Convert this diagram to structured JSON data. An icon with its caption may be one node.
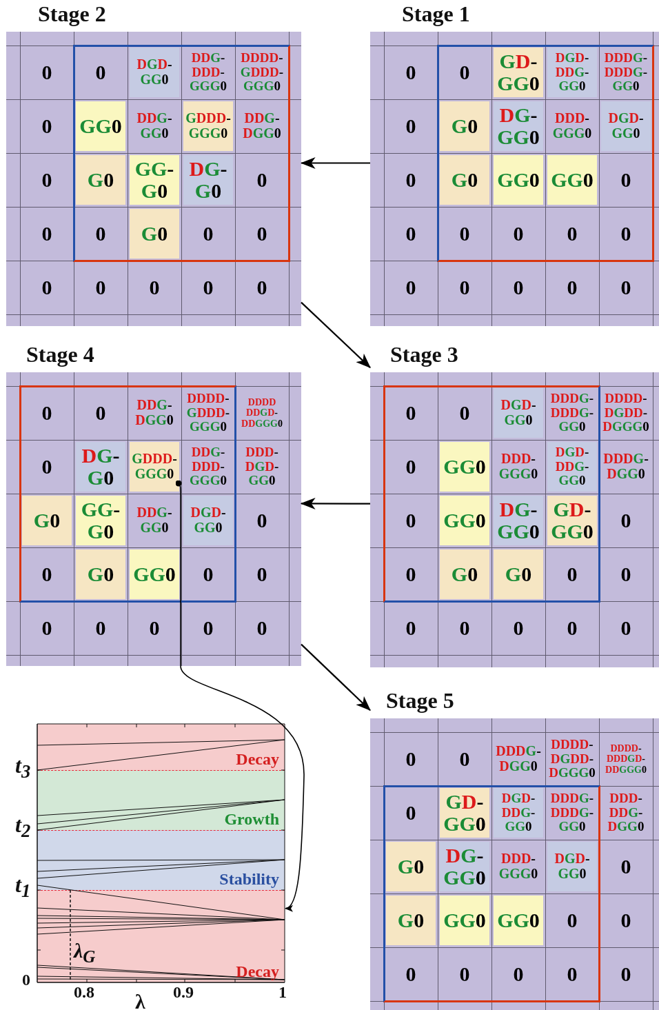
{
  "diagram": {
    "nodes": [
      {
        "text": [
          "Stage 2"
        ]
      },
      {
        "text": [
          "0"
        ],
        "in": 0
      },
      {
        "text": [
          "0"
        ],
        "in": 0
      },
      {
        "text": [
          "DGD-GG0"
        ],
        "in": 0
      },
      {
        "text": [
          "DDG-DDD-GGG0"
        ],
        "in": 0
      },
      {
        "text": [
          "DDDD-GDDD-GGG0"
        ],
        "in": 0
      },
      {
        "text": [
          "0"
        ],
        "in": 0
      },
      {
        "text": [
          "GG0"
        ],
        "in": 0
      },
      {
        "text": [
          "DDG-GG0"
        ],
        "in": 0
      },
      {
        "text": [
          "GDDD-GGG0"
        ],
        "in": 0
      },
      {
        "text": [
          "DDG-DGG0"
        ],
        "in": 0
      },
      {
        "text": [
          "0"
        ],
        "in": 0
      },
      {
        "text": [
          "G0"
        ],
        "in": 0
      },
      {
        "text": [
          "GG-G0"
        ],
        "in": 0
      },
      {
        "text": [
          "DG-G0"
        ],
        "in": 0
      },
      {
        "text": [
          "0"
        ],
        "in": 0
      },
      {
        "text": [
          "0"
        ],
        "in": 0
      },
      {
        "text": [
          "0"
        ],
        "in": 0
      },
      {
        "text": [
          "G0"
        ],
        "in": 0
      },
      {
        "text": [
          "0"
        ],
        "in": 0
      },
      {
        "text": [
          "0"
        ],
        "in": 0
      },
      {
        "text": [
          "0"
        ],
        "in": 0
      },
      {
        "text": [
          "0"
        ],
        "in": 0
      },
      {
        "text": [
          "0"
        ],
        "in": 0
      },
      {
        "text": [
          "0"
        ],
        "in": 0
      },
      {
        "text": [
          "0"
        ],
        "in": 0
      },
      {
        "text": [
          "Stage 1"
        ]
      },
      {
        "text": [
          "0"
        ],
        "in": 26
      },
      {
        "text": [
          "0"
        ],
        "in": 26
      },
      {
        "text": [
          "GD-GG0"
        ],
        "in": 26
      },
      {
        "text": [
          "DGD-DDG-GG0"
        ],
        "in": 26
      },
      {
        "text": [
          "DDDG-DDDG-GG0"
        ],
        "in": 26
      },
      {
        "text": [
          "0"
        ],
        "in": 26
      },
      {
        "text": [
          "G0"
        ],
        "in": 26
      },
      {
        "text": [
          "DG-GG0"
        ],
        "in": 26
      },
      {
        "text": [
          "DDD-GGG0"
        ],
        "in": 26
      },
      {
        "text": [
          "DGD-GG0"
        ],
        "in": 26
      },
      {
        "text": [
          "0"
        ],
        "in": 26
      },
      {
        "text": [
          "G0"
        ],
        "in": 26
      },
      {
        "text": [
          "GG0"
        ],
        "in": 26
      },
      {
        "text": [
          "GG0"
        ],
        "in": 26
      },
      {
        "text": [
          "0"
        ],
        "in": 26
      },
      {
        "text": [
          "0"
        ],
        "in": 26
      },
      {
        "text": [
          "0"
        ],
        "in": 26
      },
      {
        "text": [
          "0"
        ],
        "in": 26
      },
      {
        "text": [
          "0"
        ],
        "in": 26
      },
      {
        "text": [
          "0"
        ],
        "in": 26
      },
      {
        "text": [
          "0"
        ],
        "in": 26
      },
      {
        "text": [
          "0"
        ],
        "in": 26
      },
      {
        "text": [
          "0"
        ],
        "in": 26
      },
      {
        "text": [
          "0"
        ],
        "in": 26
      },
      {
        "text": [
          "0"
        ],
        "in": 26
      },
      {
        "text": [
          "Stage 4"
        ]
      },
      {
        "text": [
          "0"
        ],
        "in": 52
      },
      {
        "text": [
          "0"
        ],
        "in": 52
      },
      {
        "text": [
          "DDG-DGG0"
        ],
        "in": 52
      },
      {
        "text": [
          "DDDD-GDDD-GGG0"
        ],
        "in": 52
      },
      {
        "text": [
          "DDDD DDGD-DDGGG0"
        ],
        "in": 52
      },
      {
        "text": [
          "0"
        ],
        "in": 52
      },
      {
        "text": [
          "DG-G0"
        ],
        "in": 52
      },
      {
        "text": [
          "GDDD-GGG0"
        ],
        "in": 52
      },
      {
        "text": [
          "DDG-DDD-GGG0"
        ],
        "in": 52
      },
      {
        "text": [
          "DDD-DGD-GG0"
        ],
        "in": 52
      },
      {
        "text": [
          "G0"
        ],
        "in": 52
      },
      {
        "text": [
          "GG-G0"
        ],
        "in": 52
      },
      {
        "text": [
          "DDG-GG0"
        ],
        "in": 52
      },
      {
        "text": [
          "DGD-GG0"
        ],
        "in": 52
      },
      {
        "text": [
          "0"
        ],
        "in": 52
      },
      {
        "text": [
          "0"
        ],
        "in": 52
      },
      {
        "text": [
          "G0"
        ],
        "in": 52
      },
      {
        "text": [
          "GG0"
        ],
        "in": 52
      },
      {
        "text": [
          "0"
        ],
        "in": 52
      },
      {
        "text": [
          "0"
        ],
        "in": 52
      },
      {
        "text": [
          "0"
        ],
        "in": 52
      },
      {
        "text": [
          "0"
        ],
        "in": 52
      },
      {
        "text": [
          "0"
        ],
        "in": 52
      },
      {
        "text": [
          "0"
        ],
        "in": 52
      },
      {
        "text": [
          "0"
        ],
        "in": 52
      },
      {
        "text": [
          "Stage 3"
        ]
      },
      {
        "text": [
          "0"
        ],
        "in": 78
      },
      {
        "text": [
          "0"
        ],
        "in": 78
      },
      {
        "text": [
          "DGD-GG0"
        ],
        "in": 78
      },
      {
        "text": [
          "DDDG-DDDG-GG0"
        ],
        "in": 78
      },
      {
        "text": [
          "DDDD-DGDD-DGGG0"
        ],
        "in": 78
      },
      {
        "text": [
          "0"
        ],
        "in": 78
      },
      {
        "text": [
          "GG0"
        ],
        "in": 78
      },
      {
        "text": [
          "DDD-GGG0"
        ],
        "in": 78
      },
      {
        "text": [
          "DGD-DDG-GG0"
        ],
        "in": 78
      },
      {
        "text": [
          "DDDG-DGG0"
        ],
        "in": 78
      },
      {
        "text": [
          "0"
        ],
        "in": 78
      },
      {
        "text": [
          "GG0"
        ],
        "in": 78
      },
      {
        "text": [
          "DG-GG0"
        ],
        "in": 78
      },
      {
        "text": [
          "GD-GG0"
        ],
        "in": 78
      },
      {
        "text": [
          "0"
        ],
        "in": 78
      },
      {
        "text": [
          "0"
        ],
        "in": 78
      },
      {
        "text": [
          "G0"
        ],
        "in": 78
      },
      {
        "text": [
          "G0"
        ],
        "in": 78
      },
      {
        "text": [
          "0"
        ],
        "in": 78
      },
      {
        "text": [
          "0"
        ],
        "in": 78
      },
      {
        "text": [
          "0"
        ],
        "in": 78
      },
      {
        "text": [
          "0"
        ],
        "in": 78
      },
      {
        "text": [
          "0"
        ],
        "in": 78
      },
      {
        "text": [
          "0"
        ],
        "in": 78
      },
      {
        "text": [
          "0"
        ],
        "in": 78
      },
      {
        "text": [
          "Stage 5"
        ]
      },
      {
        "text": [
          "0"
        ],
        "in": 104
      },
      {
        "text": [
          "0"
        ],
        "in": 104
      },
      {
        "text": [
          "DDDG-DGG0"
        ],
        "in": 104
      },
      {
        "text": [
          "DDDD-DGDD-DGGG0"
        ],
        "in": 104
      },
      {
        "text": [
          "DDDD-DDDGD-DDGGG0"
        ],
        "in": 104
      },
      {
        "text": [
          "0"
        ],
        "in": 104
      },
      {
        "text": [
          "GD-GG0"
        ],
        "in": 104
      },
      {
        "text": [
          "DGD-DDG-GG0"
        ],
        "in": 104
      },
      {
        "text": [
          "DDDG-DDDG-GG0"
        ],
        "in": 104
      },
      {
        "text": [
          "DDD-DDG-DGG0"
        ],
        "in": 104
      },
      {
        "text": [
          "G0"
        ],
        "in": 104
      },
      {
        "text": [
          "DG-GG0"
        ],
        "in": 104
      },
      {
        "text": [
          "DDD-GGG0"
        ],
        "in": 104
      },
      {
        "text": [
          "DGD-GG0"
        ],
        "in": 104
      },
      {
        "text": [
          "0"
        ],
        "in": 104
      },
      {
        "text": [
          "G0"
        ],
        "in": 104
      },
      {
        "text": [
          "GG0"
        ],
        "in": 104
      },
      {
        "text": [
          "GG0"
        ],
        "in": 104
      },
      {
        "text": [
          "0"
        ],
        "in": 104
      },
      {
        "text": [
          "0"
        ],
        "in": 104
      },
      {
        "text": [
          "0"
        ],
        "in": 104
      },
      {
        "text": [
          "0"
        ],
        "in": 104
      },
      {
        "text": [
          "0"
        ],
        "in": 104
      },
      {
        "text": [
          "0"
        ],
        "in": 104
      },
      {
        "text": [
          "0"
        ],
        "in": 104
      },
      {
        "text": [
          "Decay"
        ]
      },
      {
        "text": [
          "Growth"
        ]
      },
      {
        "text": [
          "Stability"
        ]
      },
      {
        "text": [
          "Decay"
        ]
      }
    ],
    "edges": [
      {
        "from": 26,
        "to": 0,
        "arrow": "to"
      },
      {
        "from": 0,
        "to": 78,
        "arrow": "to"
      },
      {
        "from": 78,
        "to": 52,
        "arrow": "to"
      },
      {
        "from": 52,
        "to": 104,
        "arrow": "to"
      },
      {
        "from": 60,
        "to": 133,
        "arrow": "to"
      }
    ],
    "labels": [
      "t$_{3}$",
      "t$_{2}$",
      "t$_{1}$",
      "λ$_{G}$",
      "0",
      "0.8",
      "0.9",
      "1",
      "λ"
    ]
  }
}
